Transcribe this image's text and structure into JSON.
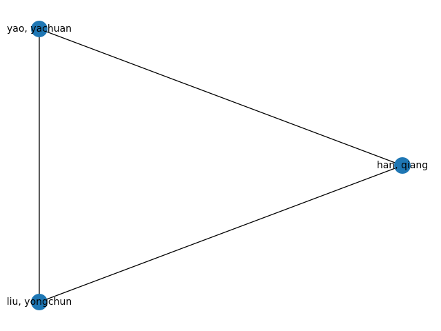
{
  "graph": {
    "node_color": "#1f77b4",
    "edge_color": "#000000",
    "nodes": [
      {
        "id": "yao",
        "label": "yao, yachuan"
      },
      {
        "id": "han",
        "label": "han, qiang"
      },
      {
        "id": "liu",
        "label": "liu, yongchun"
      }
    ],
    "edges": [
      {
        "source": "yao",
        "target": "han"
      },
      {
        "source": "yao",
        "target": "liu"
      },
      {
        "source": "liu",
        "target": "han"
      }
    ]
  }
}
